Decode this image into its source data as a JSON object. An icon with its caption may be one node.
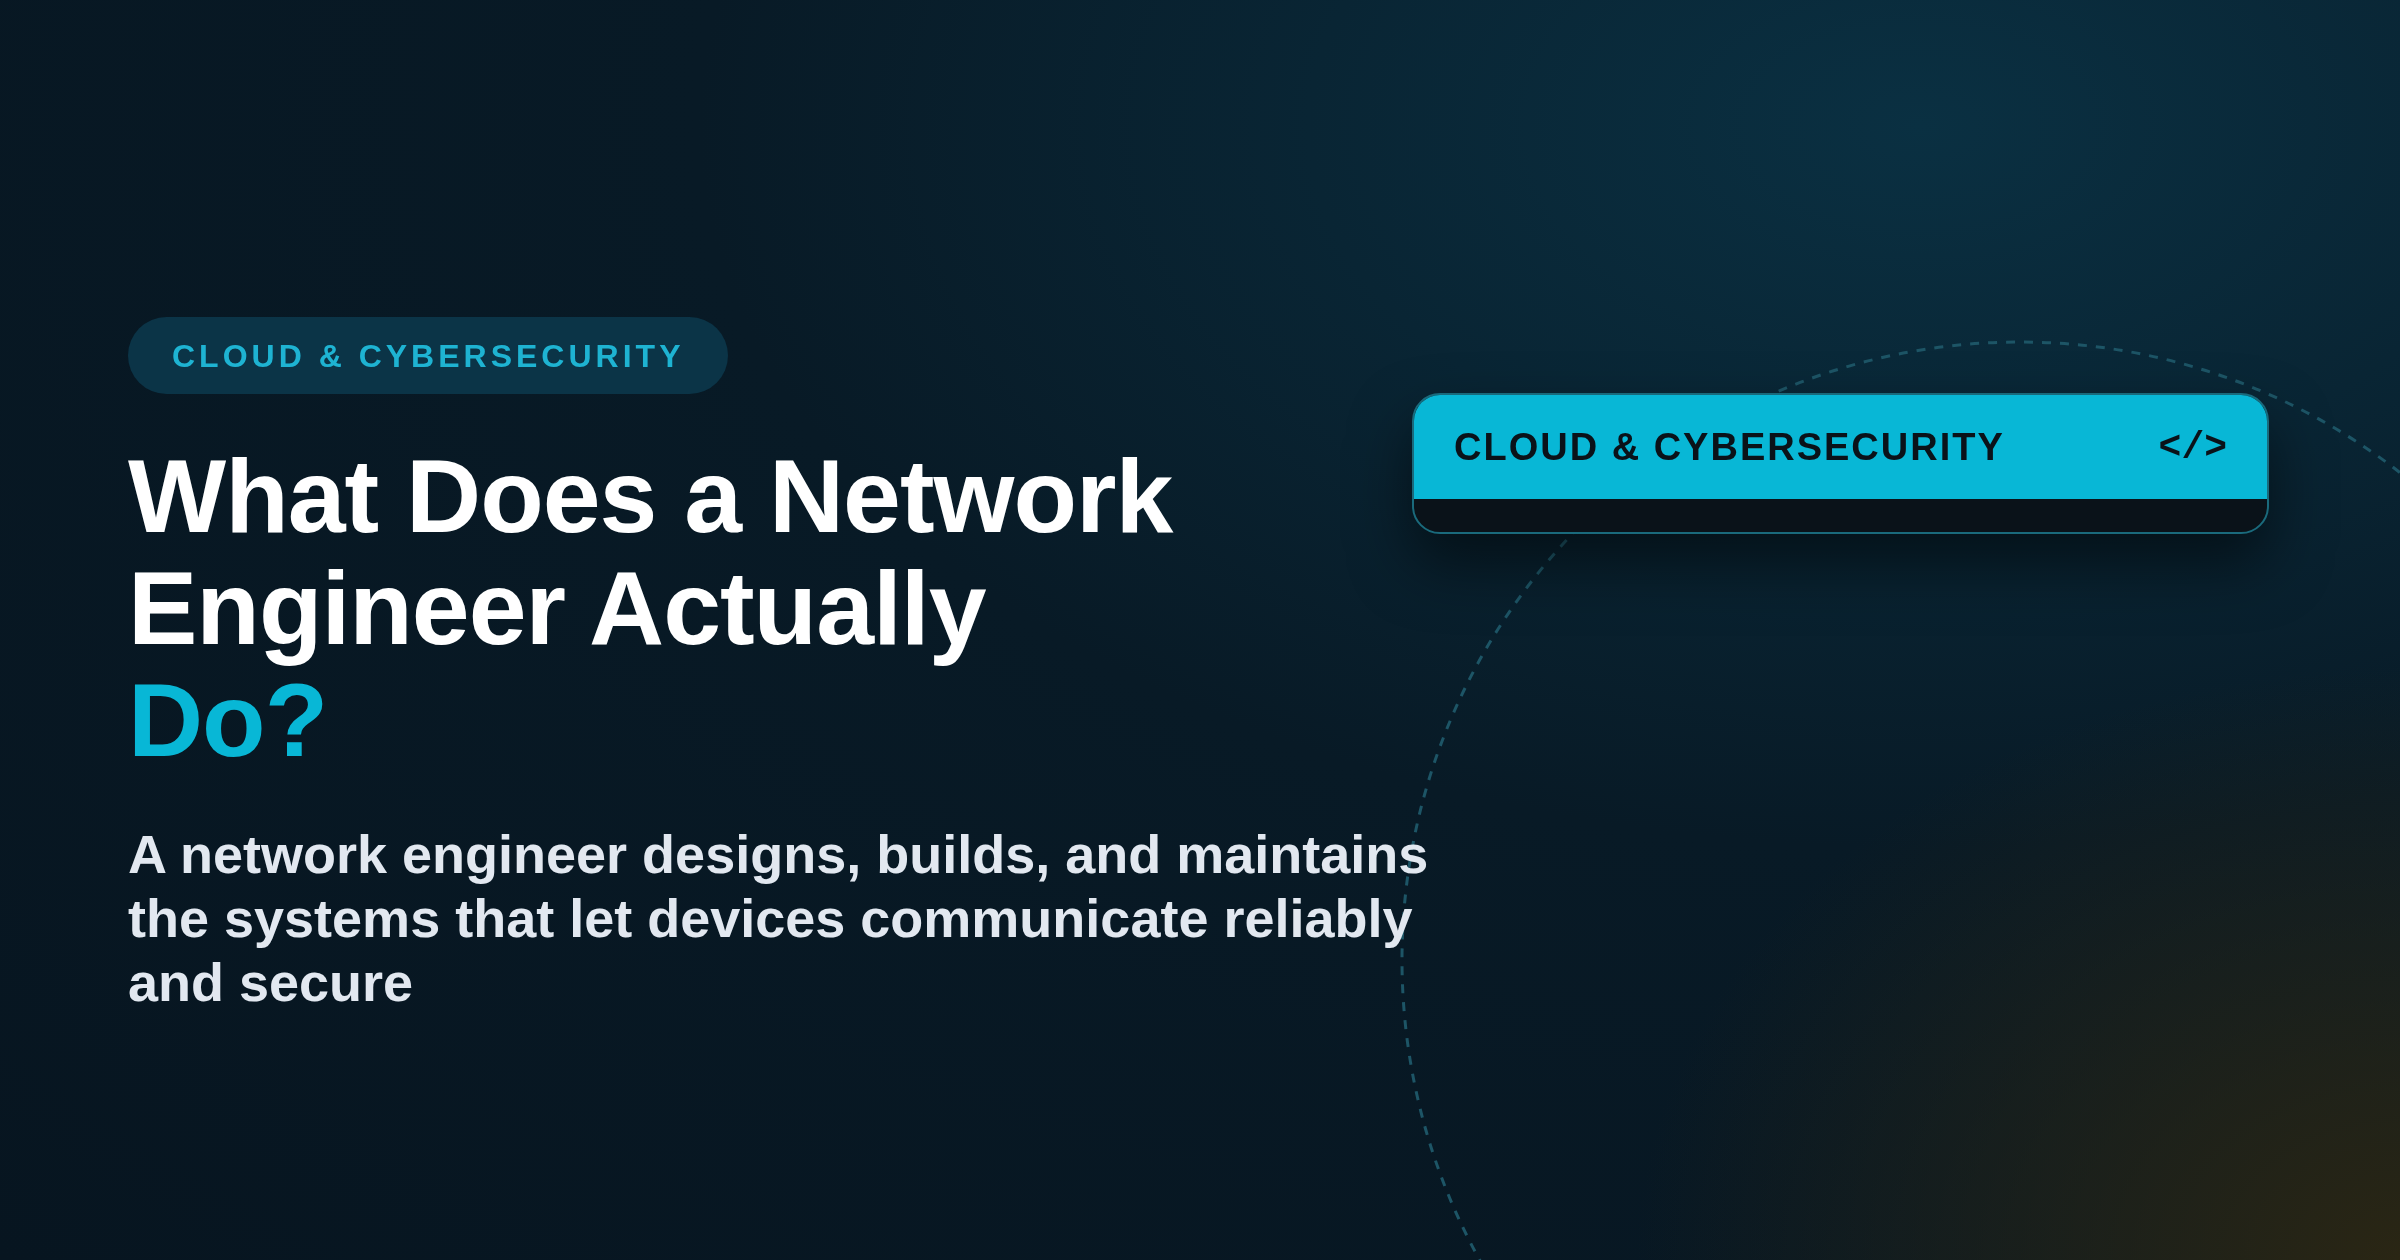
{
  "diagram": {
    "title": "What Does a Network Engineer Actually Do?",
    "nodes": [
      {
        "text": [
          "CLOUD & CYBERSECURITY"
        ]
      },
      {
        "text": [
          "CLOUD & CYBERSECURITY",
          "</>"
        ]
      }
    ],
    "labels": [
      "A network engineer designs, builds, and maintains the systems that let devices communicate reliably and secure"
    ]
  }
}
